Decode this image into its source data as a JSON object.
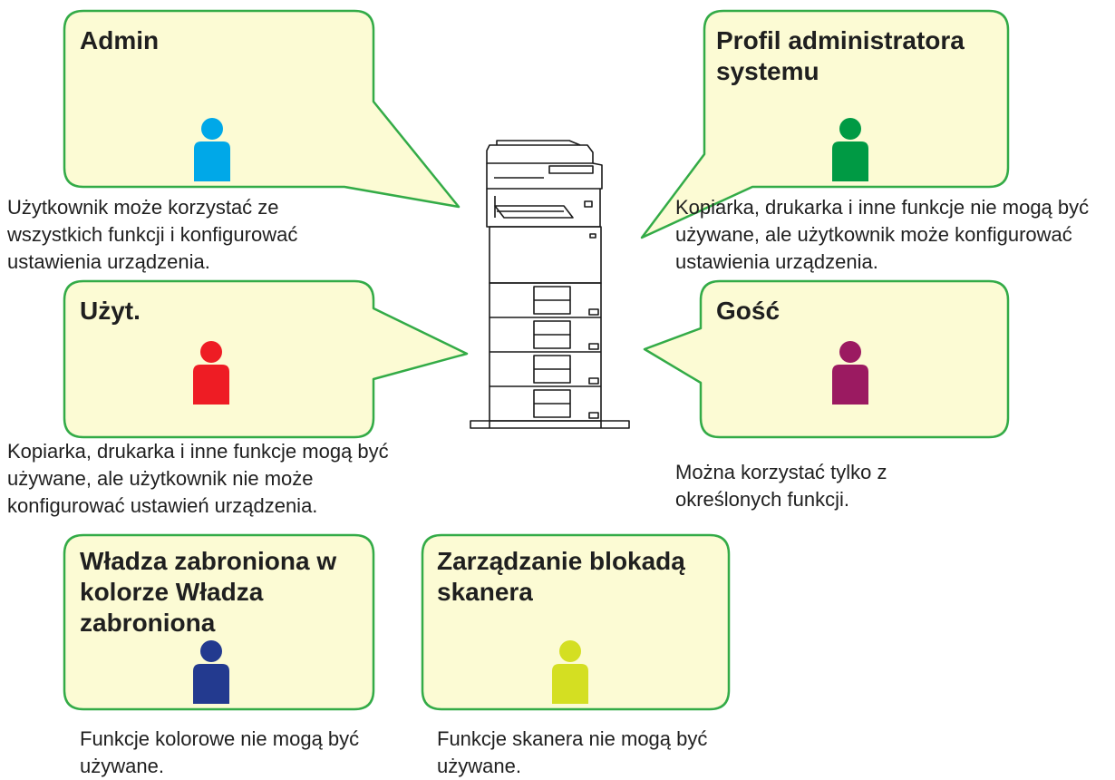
{
  "roles": [
    {
      "id": "admin",
      "title": "Admin",
      "description": "Użytkownik może korzystać ze wszystkich funkcji i konfigurować ustawienia urządzenia.",
      "person_color": "#00a8e8"
    },
    {
      "id": "system-admin-profile",
      "title": "Profil administratora systemu",
      "description": "Kopiarka, drukarka i inne funkcje nie mogą być używane, ale użytkownik może konfigurować ustawienia urządzenia.",
      "person_color": "#009a44"
    },
    {
      "id": "user",
      "title": "Użyt.",
      "description": "Kopiarka, drukarka i inne funkcje mogą być używane, ale użytkownik nie może konfigurować ustawień urządzenia.",
      "person_color": "#ee1c24"
    },
    {
      "id": "guest",
      "title": "Gość",
      "description": "Można korzystać tylko z określonych funkcji.",
      "person_color": "#9b1a61"
    },
    {
      "id": "color-prohibited",
      "title": "Władza zabroniona w kolorze Władza zabroniona",
      "description": "Funkcje kolorowe nie mogą być używane.",
      "person_color": "#233a8f"
    },
    {
      "id": "scanner-lock",
      "title": "Zarządzanie blokadą skanera",
      "description": "Funkcje skanera nie mogą być używane.",
      "person_color": "#d4df22"
    }
  ],
  "colors": {
    "balloon_fill": "#fcfbd4",
    "balloon_border": "#33ab47",
    "printer_line": "#1a1a1a"
  }
}
